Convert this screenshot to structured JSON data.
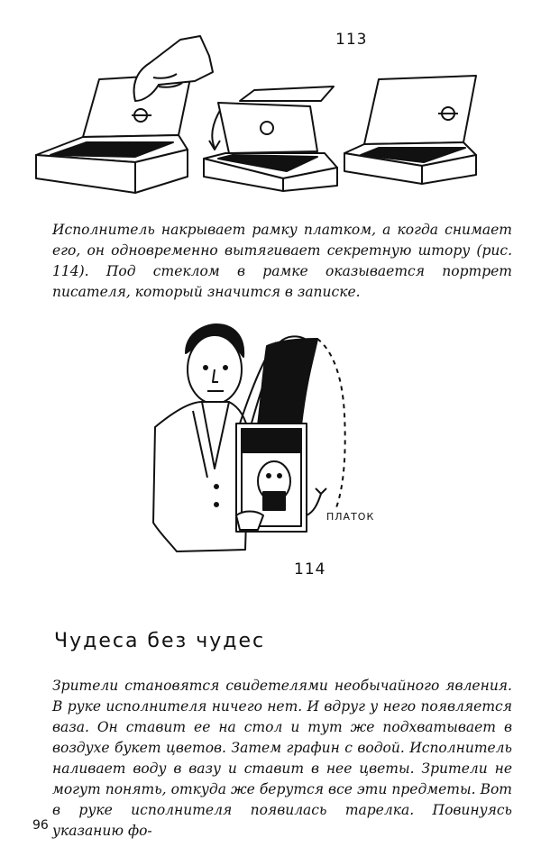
{
  "figures": {
    "fig113_label": "113",
    "fig114_label": "114",
    "platok_label": "ПЛАТОК"
  },
  "paragraph1": "Исполнитель накрывает рамку платком, а когда снимает его, он одновременно вытягивает секретную штору (рис. 114). Под стеклом в рамке оказывается портрет писателя, который значится в записке.",
  "section_title": "Чудеса без чудес",
  "paragraph2": "Зрители становятся свидетелями необычайного явления. В руке исполнителя ничего нет. И вдруг у него появляется ваза. Он ставит ее на стол и тут же подхватывает в воздухе букет цветов. Затем графин с водой. Исполнитель наливает воду в вазу и ставит в нее цветы. Зрители не могут понять, откуда же берутся все эти предметы. Вот в руке исполнителя появилась тарелка. Повинуясь указанию фо-",
  "page_number": "96"
}
